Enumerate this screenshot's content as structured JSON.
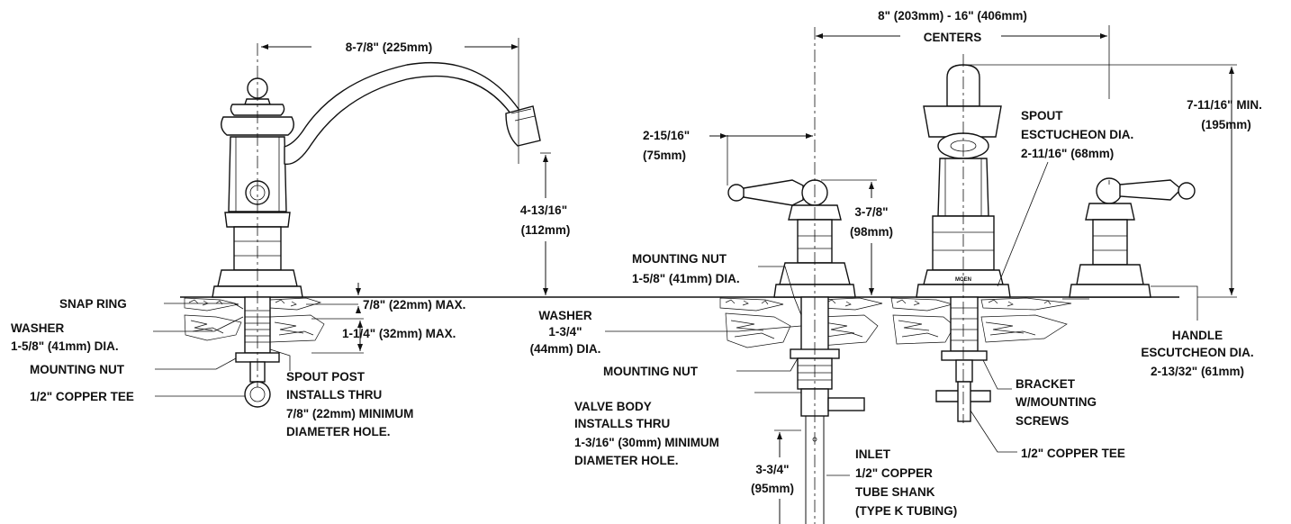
{
  "labels": {
    "spout_reach": "8-7/8\" (225mm)",
    "centers_line1": "8\" (203mm) - 16\" (406mm)",
    "centers_line2": "CENTERS",
    "spout_height_a": "4-13/16\"",
    "spout_height_b": "(112mm)",
    "handle_reach_a": "2-15/16\"",
    "handle_reach_b": "(75mm)",
    "handle_height_a": "3-7/8\"",
    "handle_height_b": "(98mm)",
    "overall_height_a": "7-11/16\" MIN.",
    "overall_height_b": "(195mm)",
    "spout_escutcheon_a": "SPOUT",
    "spout_escutcheon_b": "ESCTUCHEON DIA.",
    "spout_escutcheon_c": "2-11/16\" (68mm)",
    "mounting_nut_dia_a": "MOUNTING NUT",
    "mounting_nut_dia_b": "1-5/8\" (41mm) DIA.",
    "snap_ring": "SNAP RING",
    "deck_max": "7/8\" (22mm) MAX.",
    "washer_left_a": "WASHER",
    "washer_left_b": "1-5/8\" (41mm) DIA.",
    "deck_max2": "1-1/4\" (32mm) MAX.",
    "mounting_nut_left": "MOUNTING NUT",
    "copper_tee_left": "1/2\" COPPER TEE",
    "spout_post_a": "SPOUT POST",
    "spout_post_b": "INSTALLS THRU",
    "spout_post_c": "7/8\" (22mm) MINIMUM",
    "spout_post_d": "DIAMETER HOLE.",
    "washer_mid_a": "WASHER",
    "washer_mid_b": "1-3/4\"",
    "washer_mid_c": "(44mm) DIA.",
    "mounting_nut_mid": "MOUNTING NUT",
    "valve_body_a": "VALVE BODY",
    "valve_body_b": "INSTALLS THRU",
    "valve_body_c": "1-3/16\" (30mm) MINIMUM",
    "valve_body_d": "DIAMETER HOLE.",
    "shank_len_a": "3-3/4\"",
    "shank_len_b": "(95mm)",
    "inlet_a": "INLET",
    "inlet_b": "1/2\" COPPER",
    "inlet_c": "TUBE SHANK",
    "inlet_d": "(TYPE K TUBING)",
    "bracket_a": "BRACKET",
    "bracket_b": "W/MOUNTING",
    "bracket_c": "SCREWS",
    "copper_tee_right": "1/2\" COPPER TEE",
    "handle_esc_a": "HANDLE",
    "handle_esc_b": "ESCUTCHEON DIA.",
    "handle_esc_c": "2-13/32\" (61mm)",
    "brand_mark": "MOEN"
  }
}
